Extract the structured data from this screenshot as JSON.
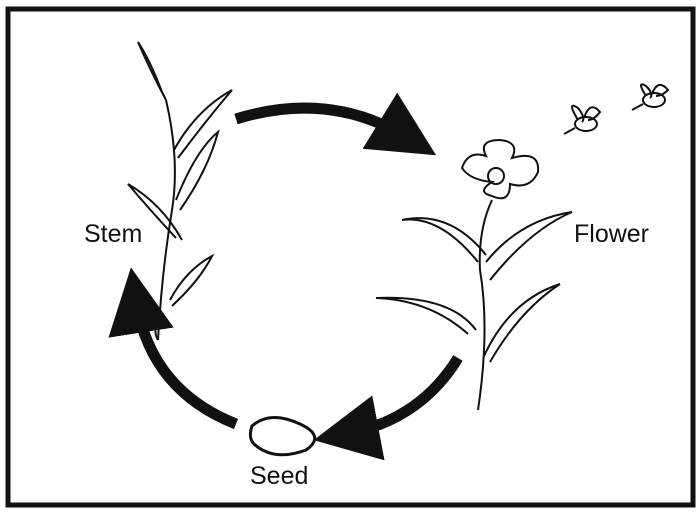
{
  "diagram": {
    "labels": {
      "stem": "Stem",
      "flower": "Flower",
      "seed": "Seed"
    },
    "stroke_color": "#111111",
    "background_color": "#ffffff",
    "icons": [
      "stem-plant-icon",
      "flower-plant-icon",
      "bee-icon",
      "seed-icon",
      "cycle-arrow-icon"
    ]
  }
}
